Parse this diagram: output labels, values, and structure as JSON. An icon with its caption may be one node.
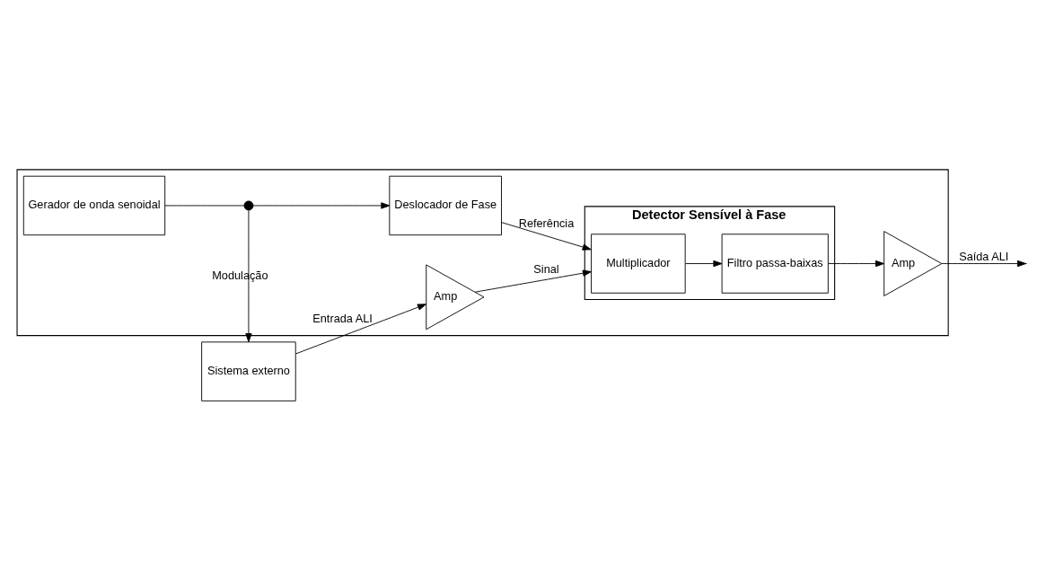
{
  "diagram": {
    "nodes": [
      {
        "text": [],
        "shape": "box"
      },
      {
        "text": [
          "Sistema externo"
        ]
      },
      {
        "text": [
          "Amp"
        ],
        "in": 0
      },
      {
        "text": [
          "Detector Sensível à Fase"
        ],
        "in": 0
      },
      {
        "text": [
          "Multiplicador"
        ],
        "in": 3
      },
      {
        "text": [
          "Filtro passa-baixas"
        ],
        "in": 3
      },
      {
        "text": [
          "Amp"
        ],
        "in": 0
      },
      {
        "text": [
          "Deslocador de Fase"
        ],
        "in": 0
      },
      {
        "text": [
          "Gerador de onda senoidal"
        ],
        "in": 0
      },
      {
        "text": [],
        "shape": "circle",
        "in": 0
      }
    ],
    "edges": [
      {
        "from": 1,
        "to": 2,
        "arrow": "to",
        "label": "Entrada ALI"
      },
      {
        "from": 2,
        "to": 4,
        "arrow": "to",
        "label": "Sinal"
      },
      {
        "from": 4,
        "to": 5,
        "arrow": "to"
      },
      {
        "from": 5,
        "to": 6,
        "arrow": "to"
      },
      {
        "from": 6,
        "to": null,
        "arrow": "to",
        "label": "Saída ALI"
      },
      {
        "from": 7,
        "to": 4,
        "arrow": "to",
        "label": "Referência"
      },
      {
        "from": 8,
        "to": 9,
        "arrow": "none"
      },
      {
        "from": 9,
        "to": 7,
        "arrow": "to"
      },
      {
        "from": 9,
        "to": 1,
        "arrow": "to",
        "label": "Modulação"
      }
    ]
  }
}
